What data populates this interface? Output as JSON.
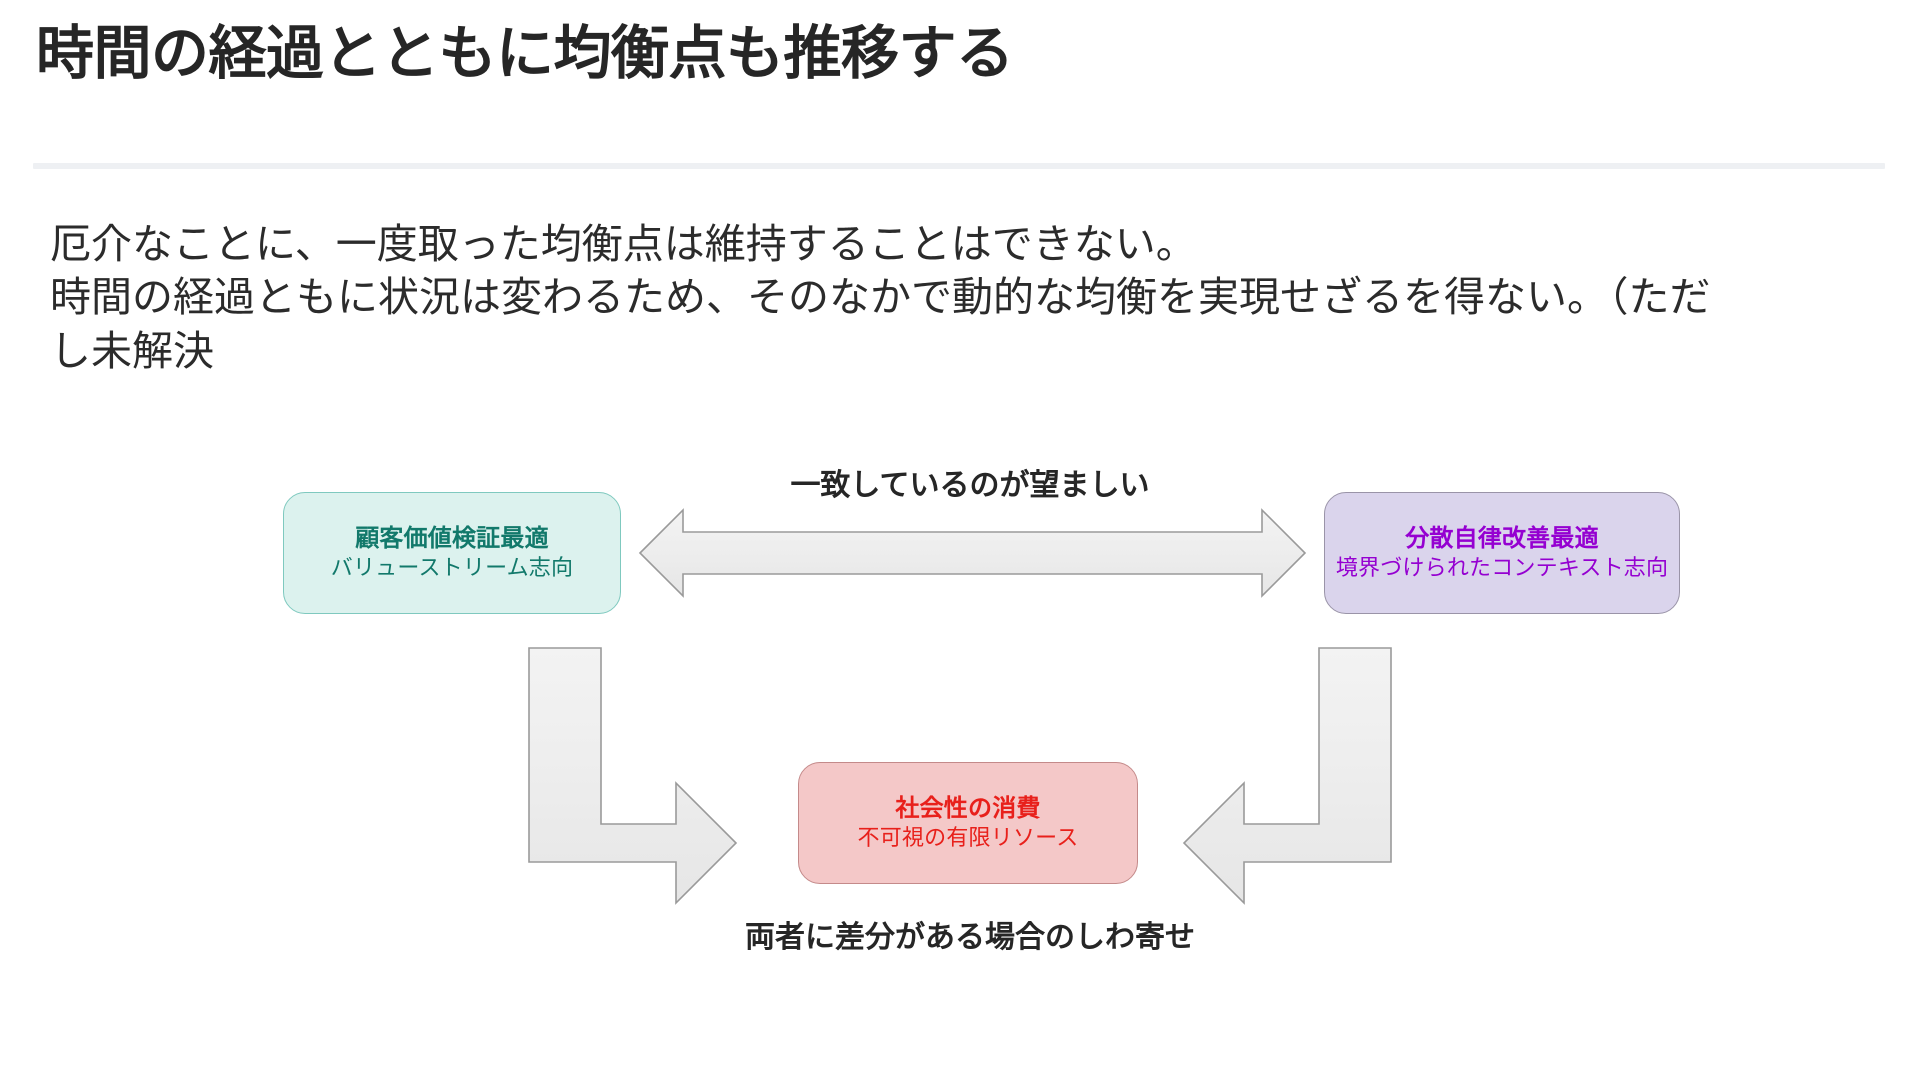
{
  "slide": {
    "title": "時間の経過とともに均衡点も推移する",
    "divider_color": "#eef0f3",
    "background_color": "#ffffff"
  },
  "body": {
    "lines": [
      "厄介なことに、一度取った均衡点は維持することはできない。",
      "時間の経過ともに状況は変わるため、そのなかで動的な均衡を実現せざるを得ない。（ただ",
      "し未解決"
    ]
  },
  "diagram": {
    "boxes": [
      {
        "id": "customer-value",
        "title": "顧客価値検証最適",
        "subtitle": "バリューストリーム志向",
        "fill": "#dcf2ee",
        "stroke": "#7fc9bf",
        "text_color": "#12796b"
      },
      {
        "id": "autonomy",
        "title": "分散自律改善最適",
        "subtitle": "境界づけられたコンテキスト志向",
        "fill": "#dad4ec",
        "stroke": "#9a94a8",
        "text_color": "#9500d1"
      },
      {
        "id": "social-cost",
        "title": "社会性の消費",
        "subtitle": "不可視の有限リソース",
        "fill": "#f4c8c8",
        "stroke": "#c48a8a",
        "text_color": "#e8201b"
      }
    ],
    "captions": {
      "alignment": "一致しているのが望ましい",
      "gap": "両者に差分がある場合のしわ寄せ"
    },
    "arrows": {
      "fill": "#ededed",
      "stroke": "#9a9a9a",
      "double_horizontal_name": "double-headed-arrow",
      "left_elbow_name": "elbow-arrow-down-right",
      "right_elbow_name": "elbow-arrow-down-left"
    }
  }
}
